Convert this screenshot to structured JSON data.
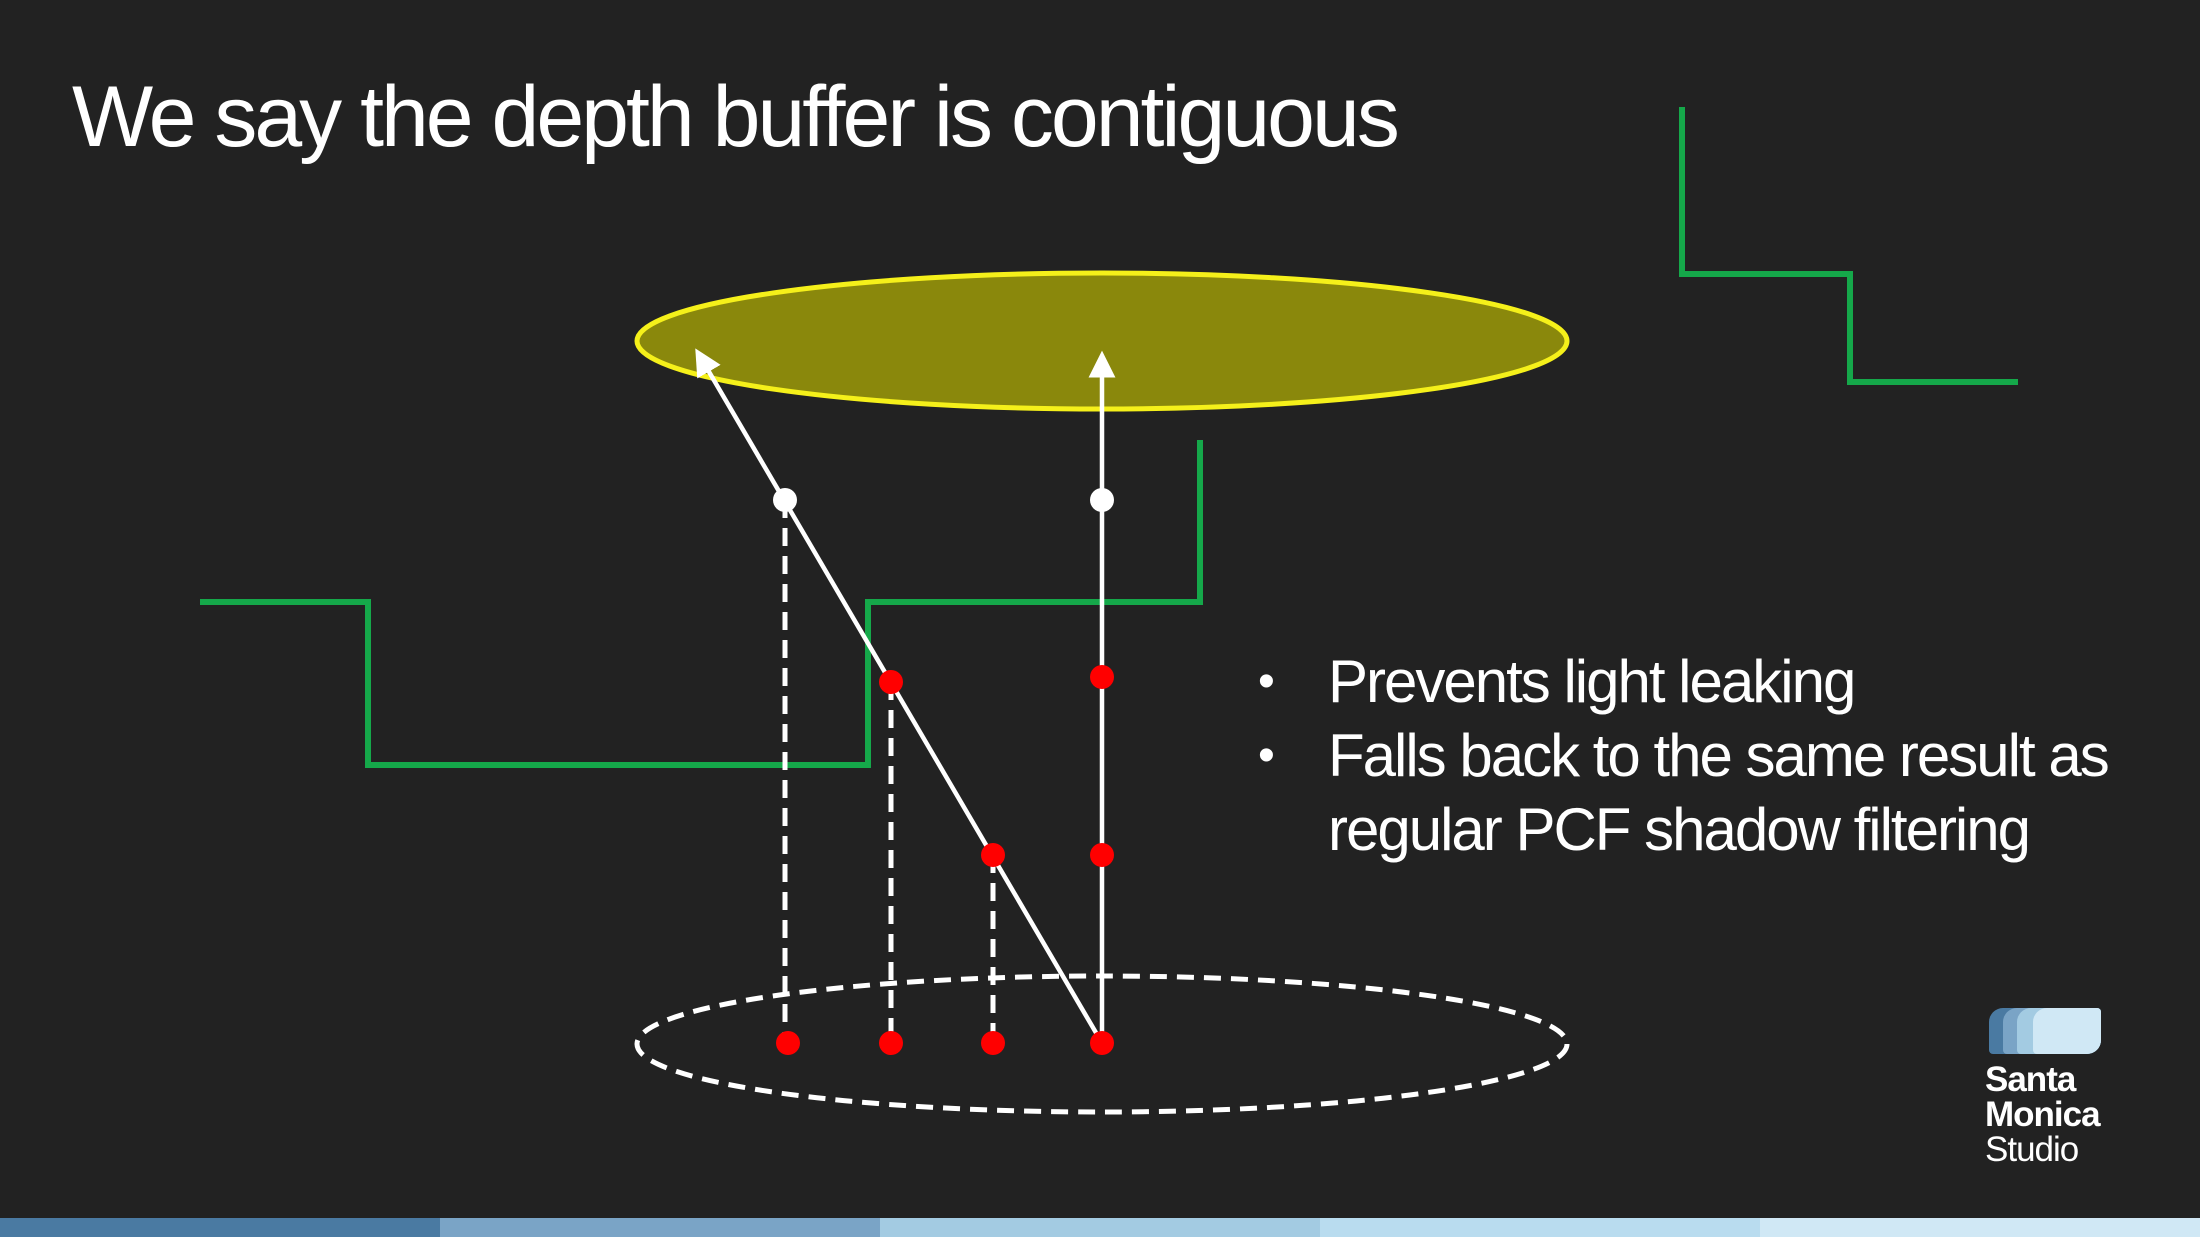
{
  "slide": {
    "title": "We say the depth buffer is contiguous",
    "bullets": [
      "Prevents light leaking",
      "Falls back to the same result as regular PCF shadow filtering"
    ]
  },
  "logo": {
    "line1": "Santa",
    "line2": "Monica",
    "line3": "Studio"
  },
  "colors": {
    "background": "#222222",
    "light_disc_fill": "#8a880c",
    "light_disc_stroke": "#f5f01a",
    "depth_step": "#15a84a",
    "ray": "#ffffff",
    "sample_hit": "#ff0000",
    "sample_occluder": "#ffffff",
    "footer_band": [
      "#4a7aa2",
      "#7aa4c6",
      "#a3cbe2",
      "#b9dcef",
      "#d0e8f5"
    ]
  }
}
